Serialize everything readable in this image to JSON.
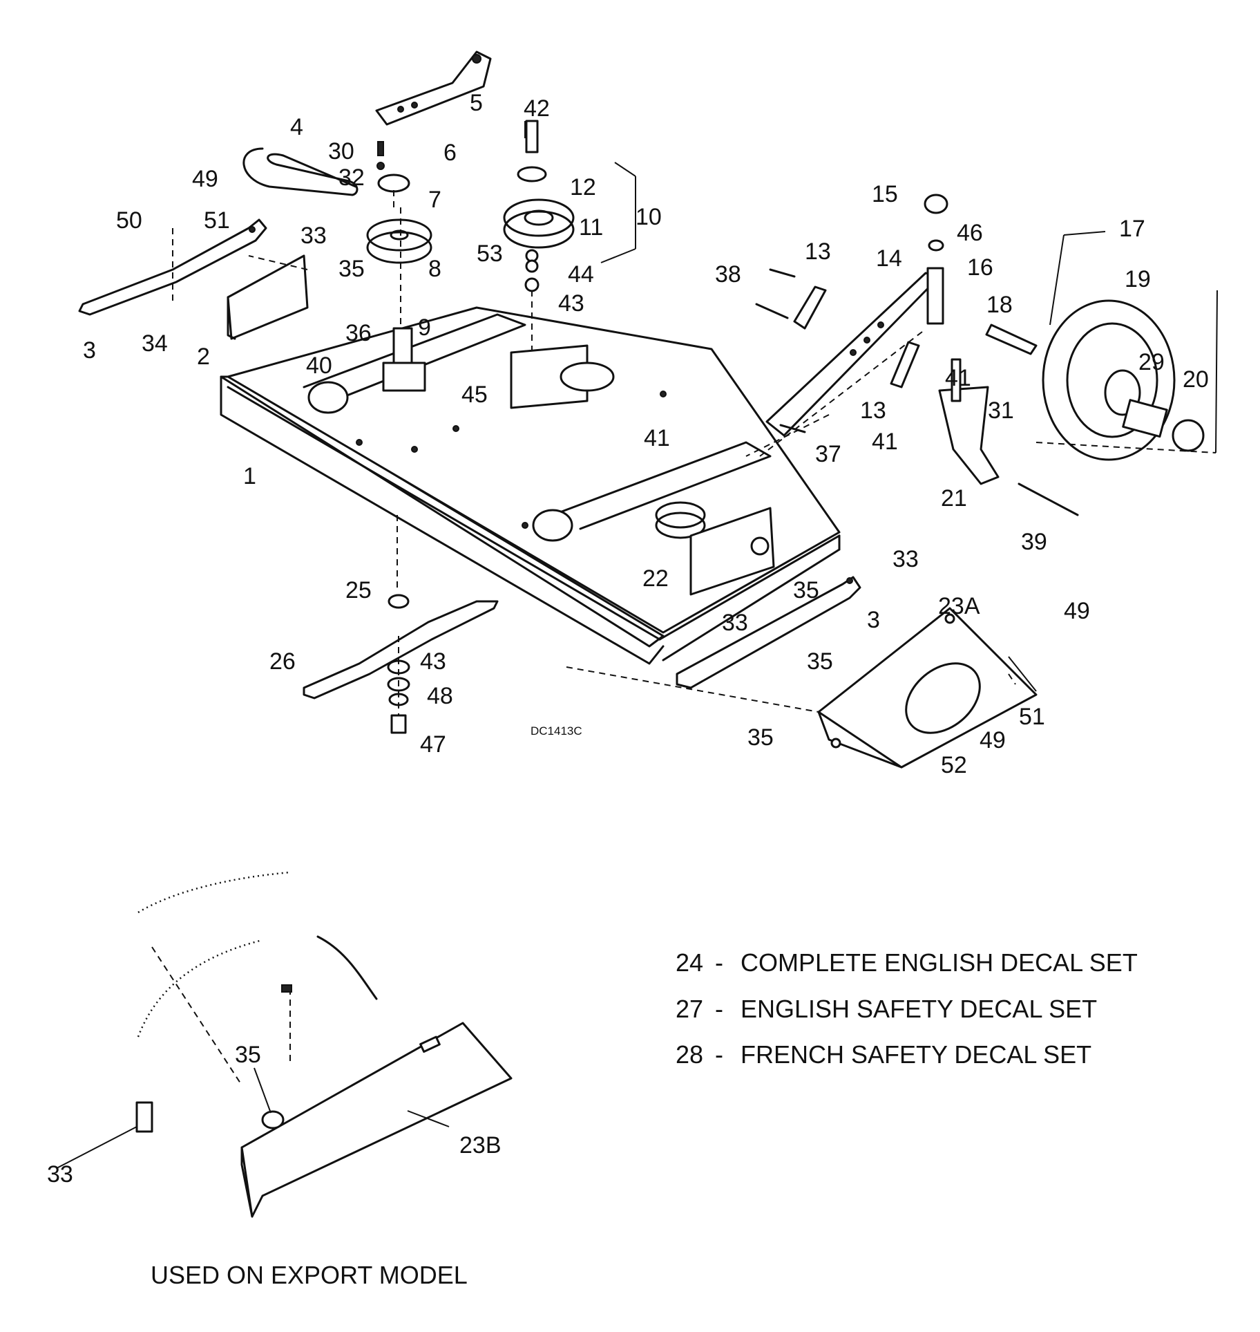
{
  "diagram_code": "DC1413C",
  "callouts": [
    "1",
    "2",
    "3",
    "3",
    "4",
    "5",
    "6",
    "7",
    "8",
    "9",
    "10",
    "11",
    "12",
    "13",
    "13",
    "14",
    "15",
    "16",
    "17",
    "18",
    "19",
    "20",
    "21",
    "22",
    "23A",
    "25",
    "26",
    "29",
    "30",
    "31",
    "32",
    "33",
    "33",
    "33",
    "34",
    "35",
    "35",
    "35",
    "35",
    "36",
    "37",
    "38",
    "39",
    "40",
    "41",
    "41",
    "41",
    "42",
    "43",
    "43",
    "44",
    "45",
    "46",
    "47",
    "48",
    "49",
    "49",
    "49",
    "50",
    "51",
    "51",
    "52",
    "53"
  ],
  "inset": {
    "callouts": [
      "35",
      "33",
      "23B"
    ],
    "caption": "USED ON EXPORT MODEL"
  },
  "legend": [
    {
      "num": "24",
      "sep": "-",
      "text": "COMPLETE ENGLISH DECAL SET"
    },
    {
      "num": "27",
      "sep": "-",
      "text": "ENGLISH SAFETY DECAL SET"
    },
    {
      "num": "28",
      "sep": "-",
      "text": "FRENCH SAFETY DECAL SET"
    }
  ]
}
